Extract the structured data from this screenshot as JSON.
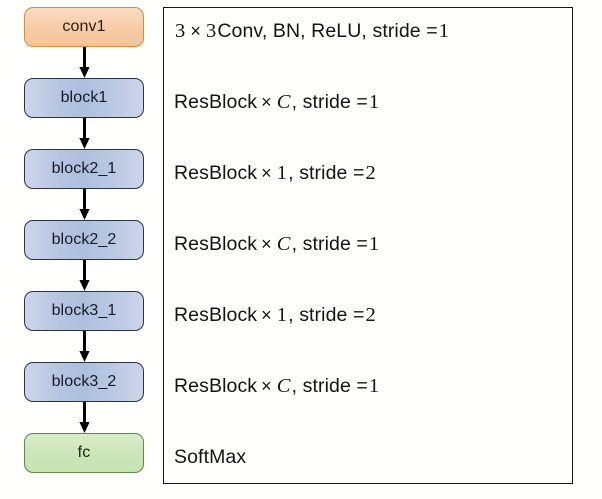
{
  "diagram": {
    "title": "ResNet-style network architecture flow",
    "background_color": "#fffffd"
  },
  "flow": {
    "nodes": [
      {
        "label": "conv1",
        "type": "conv",
        "fill": "#f7cba6",
        "border": "#d98a3a"
      },
      {
        "label": "block1",
        "type": "block",
        "fill": "#b7c5e0",
        "border": "#27334f"
      },
      {
        "label": "block2_1",
        "type": "block",
        "fill": "#b7c5e0",
        "border": "#27334f"
      },
      {
        "label": "block2_2",
        "type": "block",
        "fill": "#b7c5e0",
        "border": "#27334f"
      },
      {
        "label": "block3_1",
        "type": "block",
        "fill": "#b7c5e0",
        "border": "#27334f"
      },
      {
        "label": "block3_2",
        "type": "block",
        "fill": "#b7c5e0",
        "border": "#27334f"
      },
      {
        "label": "fc",
        "type": "fc",
        "fill": "#cce5b9",
        "border": "#5d8a3f"
      }
    ],
    "connector_count": 6,
    "connector_color": "#000000"
  },
  "spec_panel": {
    "border_color": "#1a1a1a",
    "lines": [
      {
        "id": "conv1-spec",
        "text": "3 × 3 Conv, BN, ReLU, stride = 1",
        "parts": [
          {
            "kind": "num",
            "text": "3"
          },
          {
            "kind": "times",
            "text": "×"
          },
          {
            "kind": "num",
            "text": "3"
          },
          {
            "kind": "plain",
            "text": " Conv, BN, ReLU, stride = "
          },
          {
            "kind": "num",
            "text": "1"
          }
        ]
      },
      {
        "id": "block1-spec",
        "text": "ResBlock × C, stride = 1",
        "parts": [
          {
            "kind": "plain",
            "text": "ResBlock"
          },
          {
            "kind": "times",
            "text": "×"
          },
          {
            "kind": "mathvar",
            "text": "C"
          },
          {
            "kind": "plain",
            "text": ", stride = "
          },
          {
            "kind": "num",
            "text": "1"
          }
        ]
      },
      {
        "id": "block2_1-spec",
        "text": "ResBlock × 1, stride = 2",
        "parts": [
          {
            "kind": "plain",
            "text": "ResBlock"
          },
          {
            "kind": "times",
            "text": "×"
          },
          {
            "kind": "num",
            "text": "1"
          },
          {
            "kind": "plain",
            "text": ", stride = "
          },
          {
            "kind": "num",
            "text": "2"
          }
        ]
      },
      {
        "id": "block2_2-spec",
        "text": "ResBlock × C, stride = 1",
        "parts": [
          {
            "kind": "plain",
            "text": "ResBlock"
          },
          {
            "kind": "times",
            "text": "×"
          },
          {
            "kind": "mathvar",
            "text": "C"
          },
          {
            "kind": "plain",
            "text": ", stride = "
          },
          {
            "kind": "num",
            "text": "1"
          }
        ]
      },
      {
        "id": "block3_1-spec",
        "text": "ResBlock × 1, stride = 2",
        "parts": [
          {
            "kind": "plain",
            "text": "ResBlock"
          },
          {
            "kind": "times",
            "text": "×"
          },
          {
            "kind": "num",
            "text": "1"
          },
          {
            "kind": "plain",
            "text": ", stride = "
          },
          {
            "kind": "num",
            "text": "2"
          }
        ]
      },
      {
        "id": "block3_2-spec",
        "text": "ResBlock × C, stride = 1",
        "parts": [
          {
            "kind": "plain",
            "text": "ResBlock"
          },
          {
            "kind": "times",
            "text": "×"
          },
          {
            "kind": "mathvar",
            "text": "C"
          },
          {
            "kind": "plain",
            "text": ", stride = "
          },
          {
            "kind": "num",
            "text": "1"
          }
        ]
      },
      {
        "id": "fc-spec",
        "text": "SoftMax",
        "parts": [
          {
            "kind": "plain",
            "text": "SoftMax"
          }
        ]
      }
    ]
  }
}
